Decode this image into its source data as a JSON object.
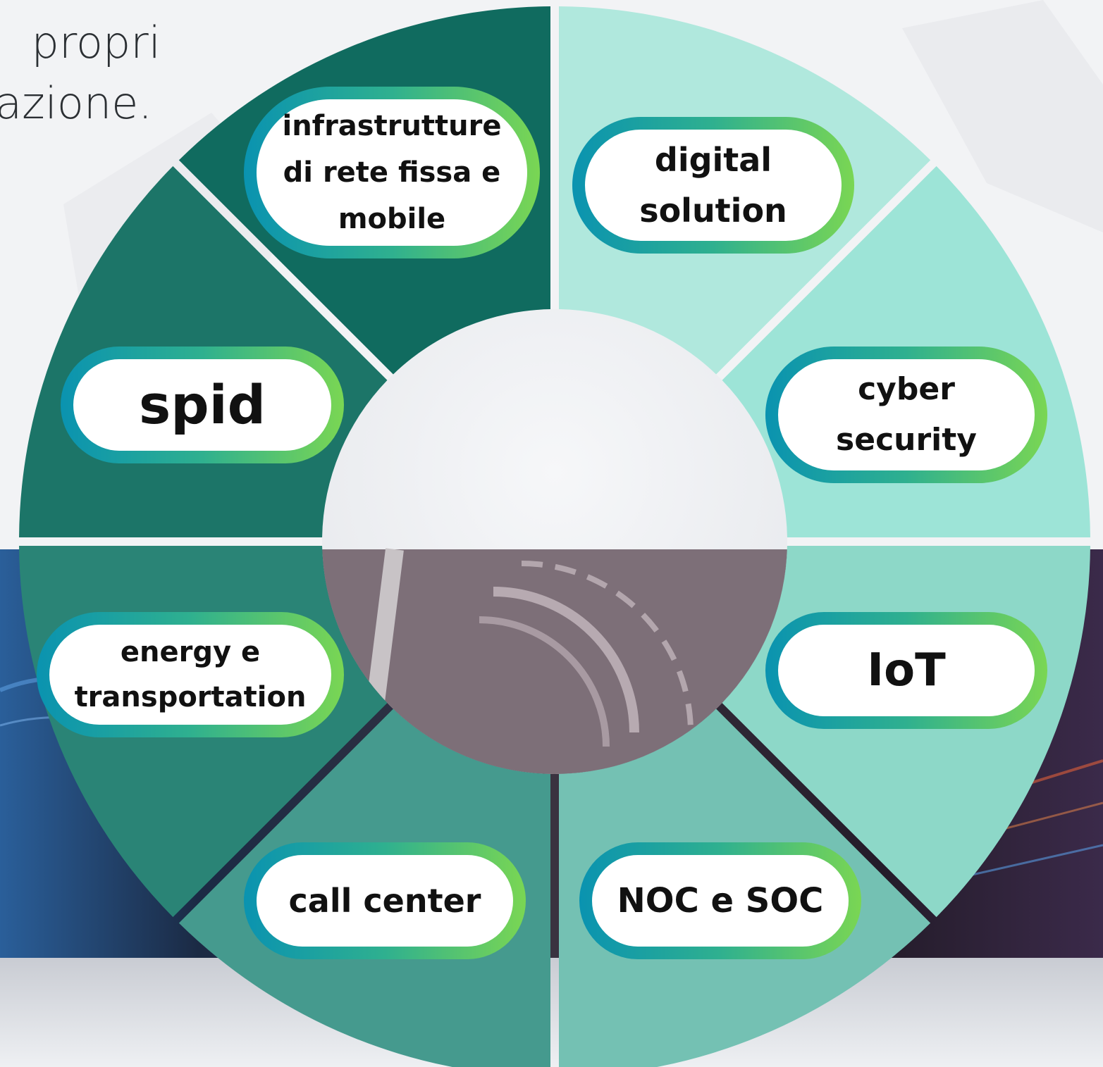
{
  "intro": {
    "line1": "propri",
    "line2": "azione."
  },
  "colors": {
    "page_bg": "#f3f4f6",
    "photo_dark": "#1b2030",
    "segment_infrastrutture": "#106b5f",
    "segment_spid": "#1c7568",
    "segment_energy": "#2a8476",
    "segment_call_center": "#459a8e",
    "segment_noc_soc": "#74c1b3",
    "segment_iot": "#8dd8c8",
    "segment_cyber": "#9de4d7",
    "segment_digital": "#b0e8dd",
    "pill_gradient_start": "#0a93b0",
    "pill_gradient_mid": "#2fb08f",
    "pill_gradient_end": "#7ad653"
  },
  "segments": [
    {
      "id": "infrastrutture",
      "label": "infrastrutture\ndi rete fissa e\nmobile"
    },
    {
      "id": "digital",
      "label": "digital\nsolution"
    },
    {
      "id": "spid",
      "label": "spid"
    },
    {
      "id": "cyber",
      "label": "cyber\nsecurity"
    },
    {
      "id": "energy",
      "label": "energy e\ntransportation"
    },
    {
      "id": "iot",
      "label": "IoT"
    },
    {
      "id": "call_center",
      "label": "call center"
    },
    {
      "id": "noc_soc",
      "label": "NOC e SOC"
    }
  ]
}
